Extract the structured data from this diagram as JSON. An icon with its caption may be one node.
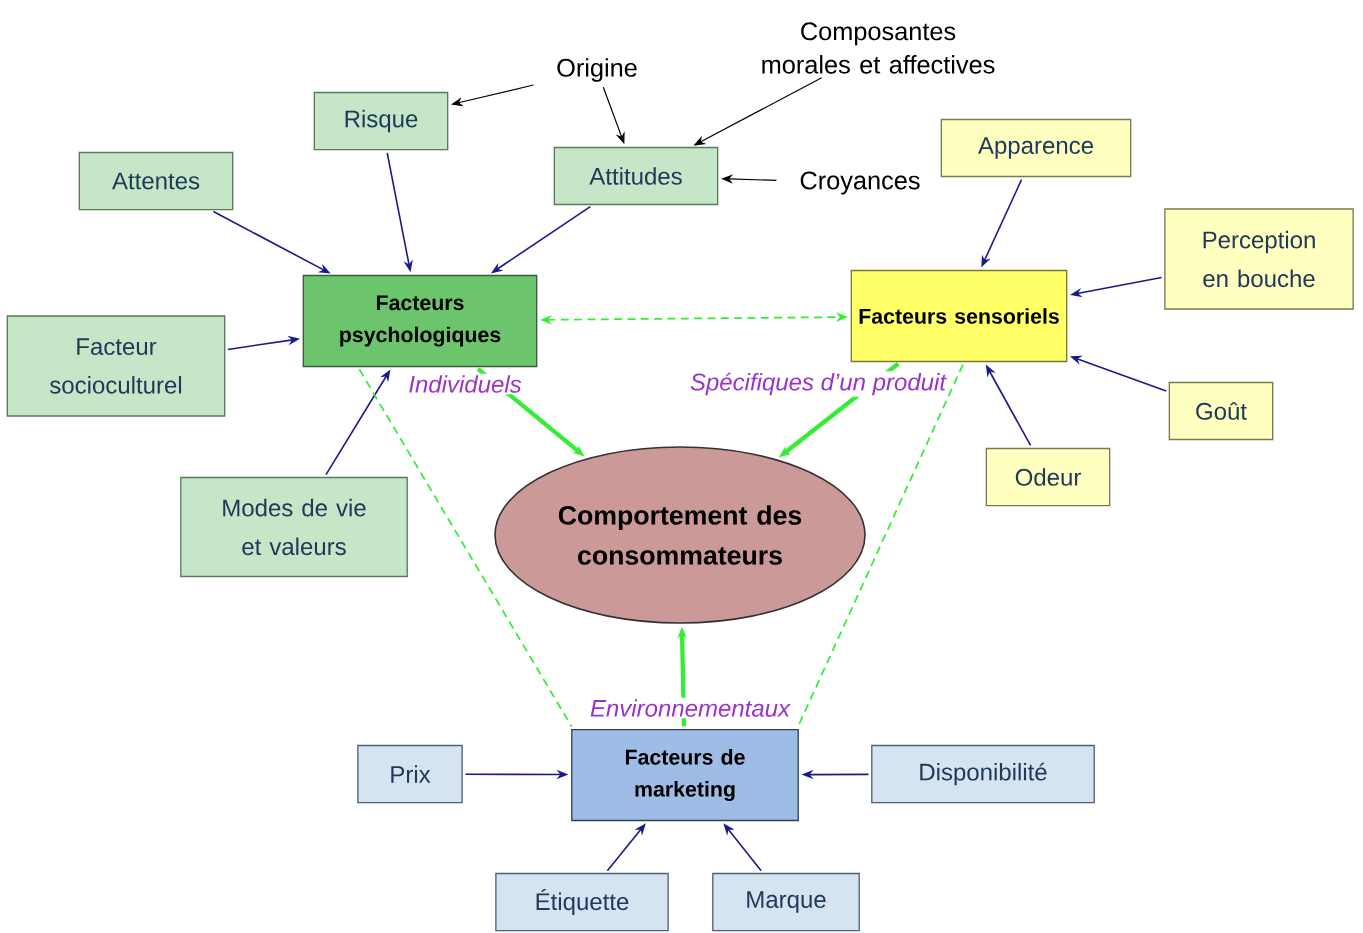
{
  "diagram": {
    "nodes": [
      {
        "text": [
          "Risque"
        ]
      },
      {
        "text": [
          "Attentes"
        ]
      },
      {
        "text": [
          "Attitudes"
        ]
      },
      {
        "text": [
          "Origine"
        ]
      },
      {
        "text": [
          "Composantes morales  et affectives"
        ]
      },
      {
        "text": [
          "Croyances"
        ]
      },
      {
        "text": [
          "Apparence"
        ]
      },
      {
        "text": [
          "Facteur socioculturel"
        ]
      },
      {
        "text": [
          "Facteurs psychologiques"
        ],
        "beside": [
          "Individuels"
        ]
      },
      {
        "text": [
          "Facteurs sensoriels"
        ],
        "beside": [
          "Spécifiques d’un produit"
        ]
      },
      {
        "text": [
          "Perception en bouche"
        ]
      },
      {
        "text": [
          "Goût"
        ]
      },
      {
        "text": [
          "Odeur"
        ]
      },
      {
        "text": [
          "Modes de vie et valeurs"
        ]
      },
      {
        "text": [
          "Comportement des consommateurs"
        ]
      },
      {
        "text": [
          "Prix"
        ]
      },
      {
        "text": [
          "Facteurs de marketing"
        ],
        "beside": [
          "Environnementaux"
        ]
      },
      {
        "text": [
          "Disponibilité"
        ]
      },
      {
        "text": [
          "Étiquette"
        ]
      },
      {
        "text": [
          "Marque"
        ]
      }
    ],
    "edges": [
      {
        "from": 3,
        "to": 0,
        "arrow": "to",
        "color": "#000000"
      },
      {
        "from": 3,
        "to": 2,
        "arrow": "to",
        "color": "#000000"
      },
      {
        "from": 4,
        "to": 2,
        "arrow": "to",
        "color": "#000000"
      },
      {
        "from": 5,
        "to": 2,
        "arrow": "to",
        "color": "#000000"
      },
      {
        "from": 0,
        "to": 8,
        "arrow": "to"
      },
      {
        "from": 1,
        "to": 8,
        "arrow": "to"
      },
      {
        "from": 2,
        "to": 8,
        "arrow": "to"
      },
      {
        "from": 7,
        "to": 8,
        "arrow": "to"
      },
      {
        "from": 13,
        "to": 8,
        "arrow": "to"
      },
      {
        "from": 6,
        "to": 9,
        "arrow": "to"
      },
      {
        "from": 10,
        "to": 9,
        "arrow": "to"
      },
      {
        "from": 11,
        "to": 9,
        "arrow": "to"
      },
      {
        "from": 12,
        "to": 9,
        "arrow": "to"
      },
      {
        "from": 15,
        "to": 16,
        "arrow": "to"
      },
      {
        "from": 17,
        "to": 16,
        "arrow": "to"
      },
      {
        "from": 18,
        "to": 16,
        "arrow": "to"
      },
      {
        "from": 19,
        "to": 16,
        "arrow": "to"
      },
      {
        "from": 8,
        "to": 9,
        "arrow": "both",
        "style": "dashed",
        "color": "#33ee33"
      },
      {
        "from": 8,
        "to": 16,
        "arrow": "none",
        "style": "dashed",
        "color": "#33ee33"
      },
      {
        "from": 9,
        "to": 16,
        "arrow": "none",
        "style": "dashed",
        "color": "#33ee33"
      },
      {
        "from": 8,
        "to": 14,
        "arrow": "to",
        "style": "thick",
        "color": "#33ee33"
      },
      {
        "from": 9,
        "to": 14,
        "arrow": "to",
        "style": "thick",
        "color": "#33ee33"
      },
      {
        "from": 16,
        "to": 14,
        "arrow": "to",
        "style": "thick",
        "color": "#33ee33"
      }
    ]
  }
}
